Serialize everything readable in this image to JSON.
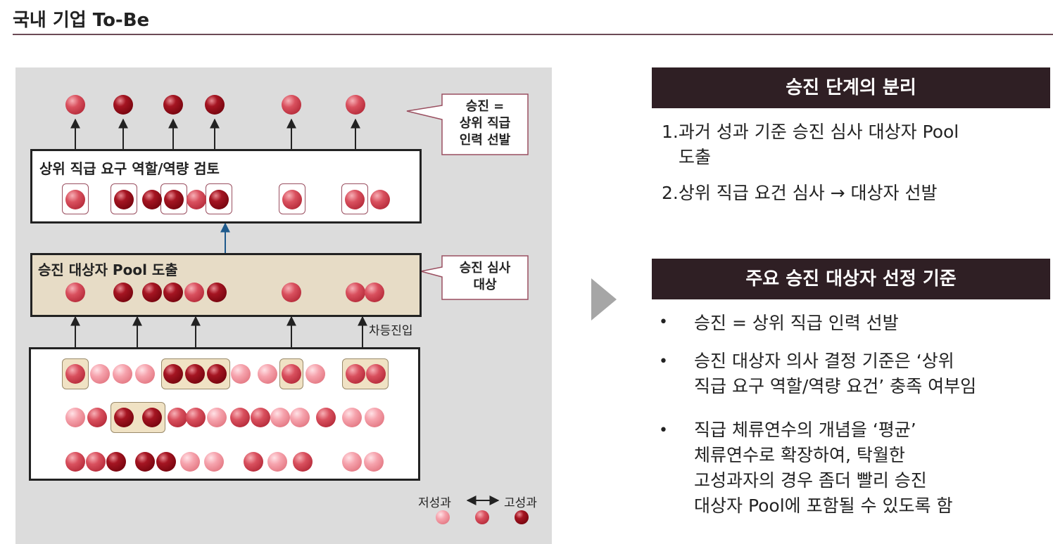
{
  "page": {
    "title": "국내 기업 To-Be"
  },
  "diagram": {
    "upper_box_label": "상위 직급 요구 역할/역량 검토",
    "pool_box_label": "승진 대상자 Pool 도출",
    "callout_promotion": [
      "승진 =",
      "상위 직급",
      "인력 선발"
    ],
    "callout_review": [
      "승진 심사",
      "대상"
    ],
    "fast_track_label": "차등진입",
    "legend": {
      "low_label": "저성과",
      "high_label": "고성과"
    },
    "colors": {
      "low": "#f6a3ad",
      "mid": "#c93a48",
      "high": "#7a0610",
      "arrow_blue": "#1e5a8c"
    }
  },
  "right": {
    "section1": {
      "header": "승진 단계의 분리",
      "items": [
        {
          "lines": [
            "1.과거 성과 기준 승진 심사 대상자 Pool",
            "도출"
          ]
        },
        {
          "lines": [
            "2.상위 직급 요건 심사 → 대상자 선발"
          ]
        }
      ]
    },
    "section2": {
      "header": "주요 승진 대상자 선정 기준",
      "bullet_symbol": "•",
      "bullets": [
        {
          "lines": [
            "승진 = 상위 직급 인력 선발"
          ]
        },
        {
          "lines": [
            "승진 대상자 의사 결정 기준은 ‘상위",
            "직급 요구 역할/역량 요건’ 충족 여부임"
          ]
        },
        {
          "lines": [
            "직급 체류연수의 개념을 ‘평균’",
            "체류연수로 확장하여, 탁월한",
            "고성과자의 경우 좀더 빨리 승진",
            "대상자 Pool에 포함될 수 있도록 함"
          ]
        }
      ]
    }
  }
}
